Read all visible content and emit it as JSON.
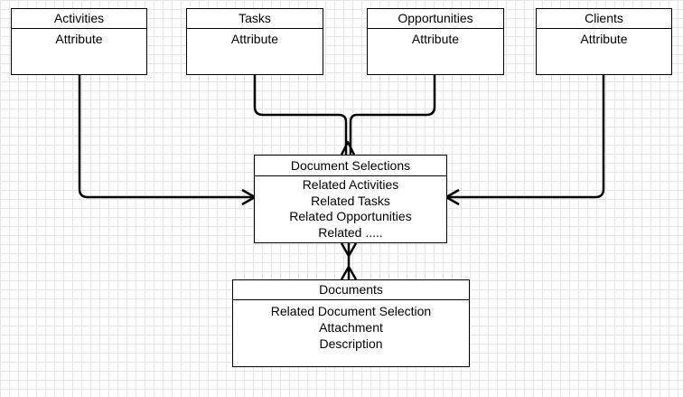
{
  "entities": {
    "activities": {
      "title": "Activities",
      "attributes": [
        "Attribute"
      ]
    },
    "tasks": {
      "title": "Tasks",
      "attributes": [
        "Attribute"
      ]
    },
    "opportunities": {
      "title": "Opportunities",
      "attributes": [
        "Attribute"
      ]
    },
    "clients": {
      "title": "Clients",
      "attributes": [
        "Attribute"
      ]
    },
    "document_selections": {
      "title": "Document Selections",
      "attributes": [
        "Related Activities",
        "Related Tasks",
        "Related Opportunities",
        "Related ....."
      ]
    },
    "documents": {
      "title": "Documents",
      "attributes": [
        "Related Document Selection",
        "Attachment",
        "Description"
      ]
    }
  },
  "relationships": [
    {
      "from": "activities",
      "to": "document_selections",
      "to_end": "many"
    },
    {
      "from": "tasks",
      "to": "document_selections",
      "to_end": "many"
    },
    {
      "from": "opportunities",
      "to": "document_selections",
      "to_end": "many"
    },
    {
      "from": "clients",
      "to": "document_selections",
      "to_end": "many"
    },
    {
      "from": "document_selections",
      "to": "documents",
      "from_end": "many",
      "to_end": "many"
    }
  ],
  "colors": {
    "line": "#000000",
    "grid": "#e6e6e6",
    "box_fill": "#ffffff"
  }
}
